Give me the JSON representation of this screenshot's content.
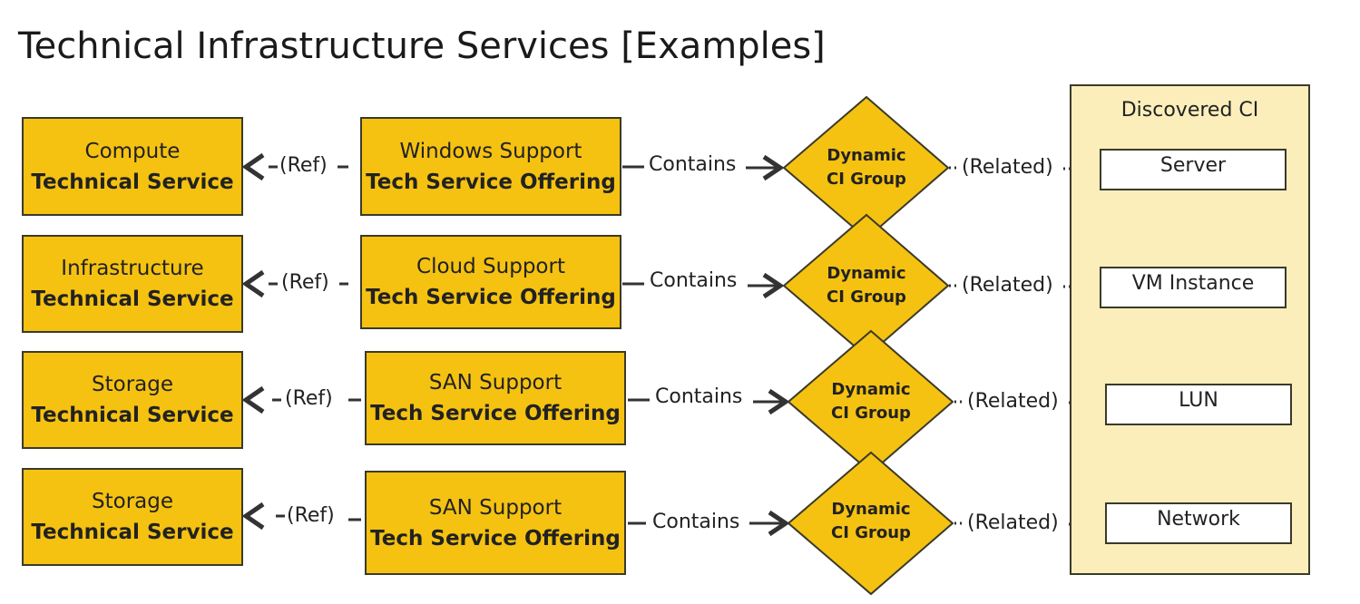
{
  "title": "Technical Infrastructure Services [Examples]",
  "colors": {
    "box_fill": "#f5c211",
    "panel_fill": "#fbeebb",
    "border": "#3a3a2a"
  },
  "rows": [
    {
      "service": {
        "line1": "Compute",
        "line2": "Technical Service"
      },
      "ref_label": "(Ref)",
      "offering": {
        "line1": "Windows Support",
        "line2": "Tech Service Offering"
      },
      "contains_label": "Contains",
      "group": {
        "line1": "Dynamic",
        "line2": "CI Group"
      },
      "related_label": "(Related)"
    },
    {
      "service": {
        "line1": "Infrastructure",
        "line2": "Technical Service"
      },
      "ref_label": "(Ref)",
      "offering": {
        "line1": "Cloud Support",
        "line2": "Tech Service Offering"
      },
      "contains_label": "Contains",
      "group": {
        "line1": "Dynamic",
        "line2": "CI Group"
      },
      "related_label": "(Related)"
    },
    {
      "service": {
        "line1": "Storage",
        "line2": "Technical Service"
      },
      "ref_label": "(Ref)",
      "offering": {
        "line1": "SAN Support",
        "line2": "Tech Service Offering"
      },
      "contains_label": "Contains",
      "group": {
        "line1": "Dynamic",
        "line2": "CI Group"
      },
      "related_label": "(Related)"
    },
    {
      "service": {
        "line1": "Storage",
        "line2": "Technical Service"
      },
      "ref_label": "(Ref)",
      "offering": {
        "line1": "SAN Support",
        "line2": "Tech Service Offering"
      },
      "contains_label": "Contains",
      "group": {
        "line1": "Dynamic",
        "line2": "CI Group"
      },
      "related_label": "(Related)"
    }
  ],
  "discovered": {
    "title": "Discovered CI",
    "items": [
      "Server",
      "VM Instance",
      "LUN",
      "Network"
    ]
  }
}
